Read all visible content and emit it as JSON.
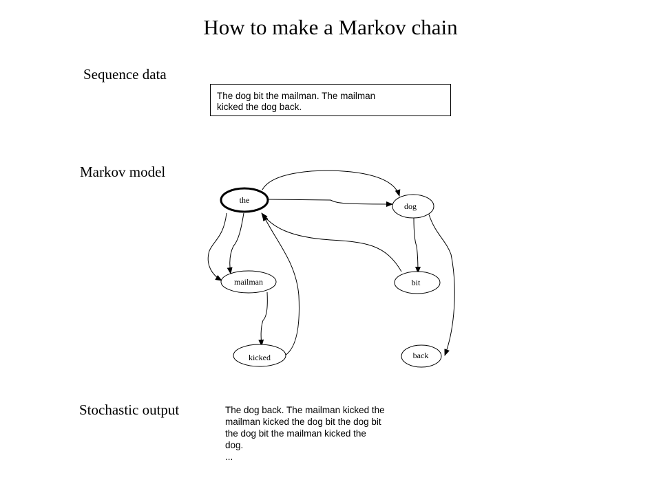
{
  "title": "How to make a Markov chain",
  "sequence": {
    "heading": "Sequence data",
    "text_lines": [
      "The dog bit the mailman. The mailman",
      "kicked the dog back."
    ]
  },
  "model": {
    "heading": "Markov model",
    "nodes": {
      "the": "the",
      "dog": "dog",
      "mailman": "mailman",
      "bit": "bit",
      "kicked": "kicked",
      "back": "back"
    },
    "edges": [
      {
        "from": "the",
        "to": "dog"
      },
      {
        "from": "the",
        "to": "mailman"
      },
      {
        "from": "mailman",
        "to": "kicked"
      },
      {
        "from": "kicked",
        "to": "the"
      },
      {
        "from": "dog",
        "to": "bit"
      },
      {
        "from": "bit",
        "to": "the"
      },
      {
        "from": "dog",
        "to": "back"
      }
    ]
  },
  "output": {
    "heading": "Stochastic output",
    "text_lines": [
      "The dog back. The mailman kicked the",
      "mailman kicked the dog bit the dog bit",
      "the dog bit the mailman kicked the",
      "dog.",
      "..."
    ]
  }
}
